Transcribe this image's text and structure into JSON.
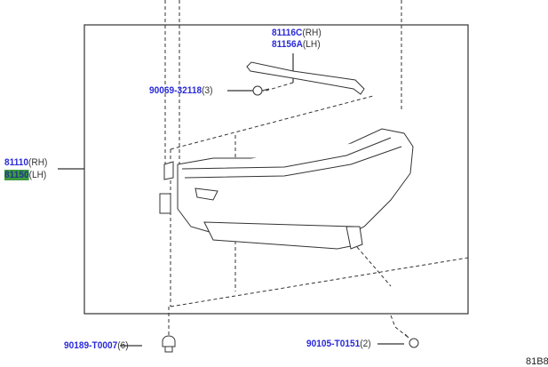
{
  "parts": [
    {
      "number": "81116C",
      "suffix": "(RH)"
    },
    {
      "number": "81156A",
      "suffix": "(LH)"
    },
    {
      "number": "90069-32118",
      "suffix": "(3)"
    },
    {
      "number": "81110",
      "suffix": "(RH)"
    },
    {
      "number": "81150",
      "suffix": "(LH)",
      "highlight_color": "#3e9a3e"
    },
    {
      "number": "90189-T0007",
      "suffix": "(6)"
    },
    {
      "number": "90105-T0151",
      "suffix": "(2)"
    }
  ],
  "diagram_code": "81B8",
  "colors": {
    "part_number": "#2a2ad8",
    "highlight": "#3e9a3e"
  }
}
